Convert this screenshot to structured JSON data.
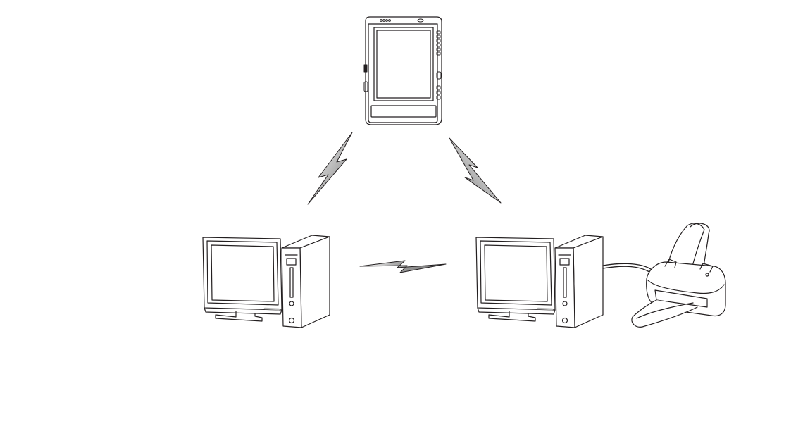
{
  "diagram": {
    "nodes": [
      {
        "id": "tablet",
        "kind": "tablet-pc"
      },
      {
        "id": "computer-left",
        "kind": "desktop-computer"
      },
      {
        "id": "computer-right",
        "kind": "desktop-computer"
      },
      {
        "id": "printer",
        "kind": "printer"
      }
    ],
    "connections": [
      {
        "from": "tablet",
        "to": "computer-left",
        "type": "wireless"
      },
      {
        "from": "tablet",
        "to": "computer-right",
        "type": "wireless"
      },
      {
        "from": "computer-left",
        "to": "computer-right",
        "type": "wireless"
      },
      {
        "from": "computer-right",
        "to": "printer",
        "type": "cable"
      }
    ]
  },
  "colors": {
    "line": "#231f20",
    "background": "#ffffff",
    "bolt_light": "#ffffff",
    "bolt_dark": "#6d6d6d"
  },
  "icons": [
    "tablet-icon",
    "monitor-icon",
    "tower-icon",
    "printer-icon",
    "wireless-bolt-icon"
  ]
}
